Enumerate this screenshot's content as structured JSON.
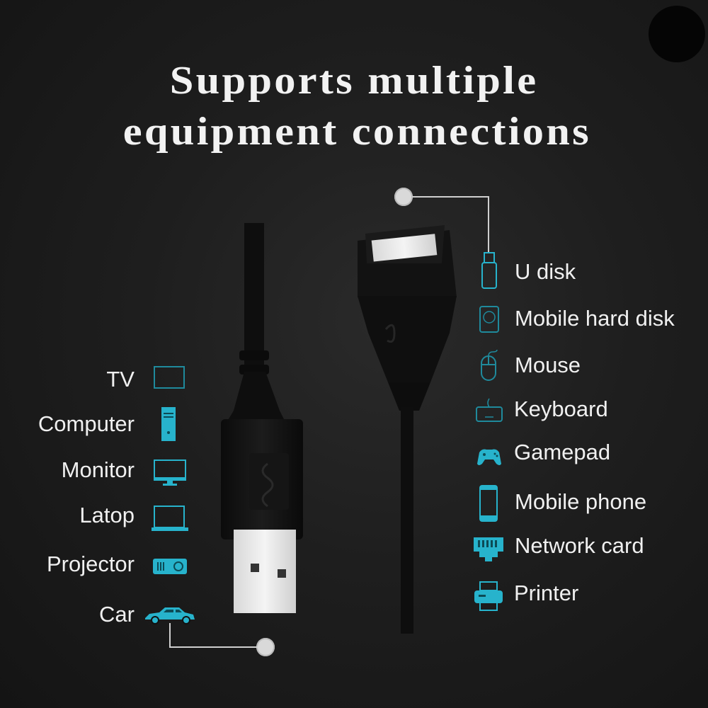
{
  "headline": {
    "line1": "Supports multiple",
    "line2": "equipment connections"
  },
  "accent_color": "#27b3cc",
  "left_devices": [
    {
      "label": "TV",
      "icon": "tv-icon"
    },
    {
      "label": "Computer",
      "icon": "desktop-tower-icon"
    },
    {
      "label": "Monitor",
      "icon": "monitor-icon"
    },
    {
      "label": "Latop",
      "icon": "laptop-icon"
    },
    {
      "label": "Projector",
      "icon": "projector-icon"
    },
    {
      "label": "Car",
      "icon": "car-icon"
    }
  ],
  "right_devices": [
    {
      "label": "U disk",
      "icon": "usb-flash-drive-icon"
    },
    {
      "label": "Mobile hard disk",
      "icon": "hard-disk-icon"
    },
    {
      "label": "Mouse",
      "icon": "mouse-icon"
    },
    {
      "label": "Keyboard",
      "icon": "keyboard-icon"
    },
    {
      "label": "Gamepad",
      "icon": "gamepad-icon"
    },
    {
      "label": "Mobile phone",
      "icon": "mobile-phone-icon"
    },
    {
      "label": "Network card",
      "icon": "network-card-icon"
    },
    {
      "label": "Printer",
      "icon": "printer-icon"
    }
  ],
  "product": {
    "male_end": "usb-a-male-connector",
    "female_end": "usb-a-female-connector"
  }
}
